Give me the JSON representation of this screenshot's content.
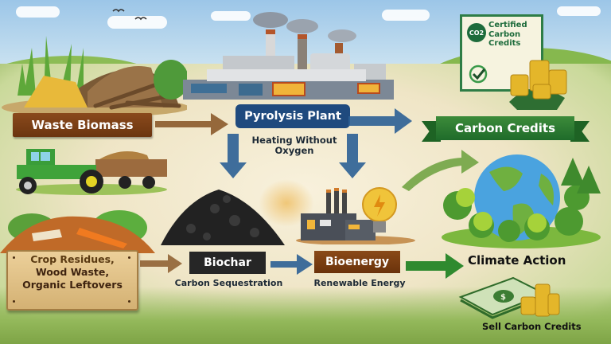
{
  "title_region": "Biomass to Carbon Credits Flow",
  "nodes": {
    "waste_biomass": {
      "label": "Waste Biomass"
    },
    "pyrolysis_plant": {
      "label": "Pyrolysis Plant",
      "subtitle_line1": "Heating Without",
      "subtitle_line2": "Oxygen"
    },
    "carbon_credits": {
      "label": "Carbon Credits"
    },
    "certificate": {
      "badge": "CO2",
      "line1": "Certified",
      "line2": "Carbon",
      "line3": "Credits"
    },
    "sources_sign": {
      "line1": "Crop Residues,",
      "line2": "Wood Waste,",
      "line3": "Organic Leftovers"
    },
    "biochar": {
      "label": "Biochar",
      "subtitle": "Carbon Sequestration"
    },
    "bioenergy": {
      "label": "Bioenergy",
      "subtitle": "Renewable Energy"
    },
    "climate_action": {
      "label": "Climate Action"
    },
    "sell_credits": {
      "label": "Sell Carbon Credits"
    }
  },
  "colors": {
    "waste_label": "#7a4016",
    "pyrolysis_label": "#1f4a7e",
    "credits_ribbon": "#2e7d32",
    "biochar_label": "#262626",
    "bioenergy_label": "#7a3f12",
    "blue_arrow": "#2b5f95",
    "brown_arrow": "#8b5a2b",
    "green_arrow": "#2f8a2f"
  },
  "icons": [
    "biomass-pile-icon",
    "factory-icon",
    "tractor-icon",
    "biochar-pile-icon",
    "power-plant-icon",
    "light-bulb-icon",
    "globe-icon",
    "certificate-icon",
    "coins-icon",
    "money-icon",
    "checkmark-icon",
    "bird-icon"
  ]
}
